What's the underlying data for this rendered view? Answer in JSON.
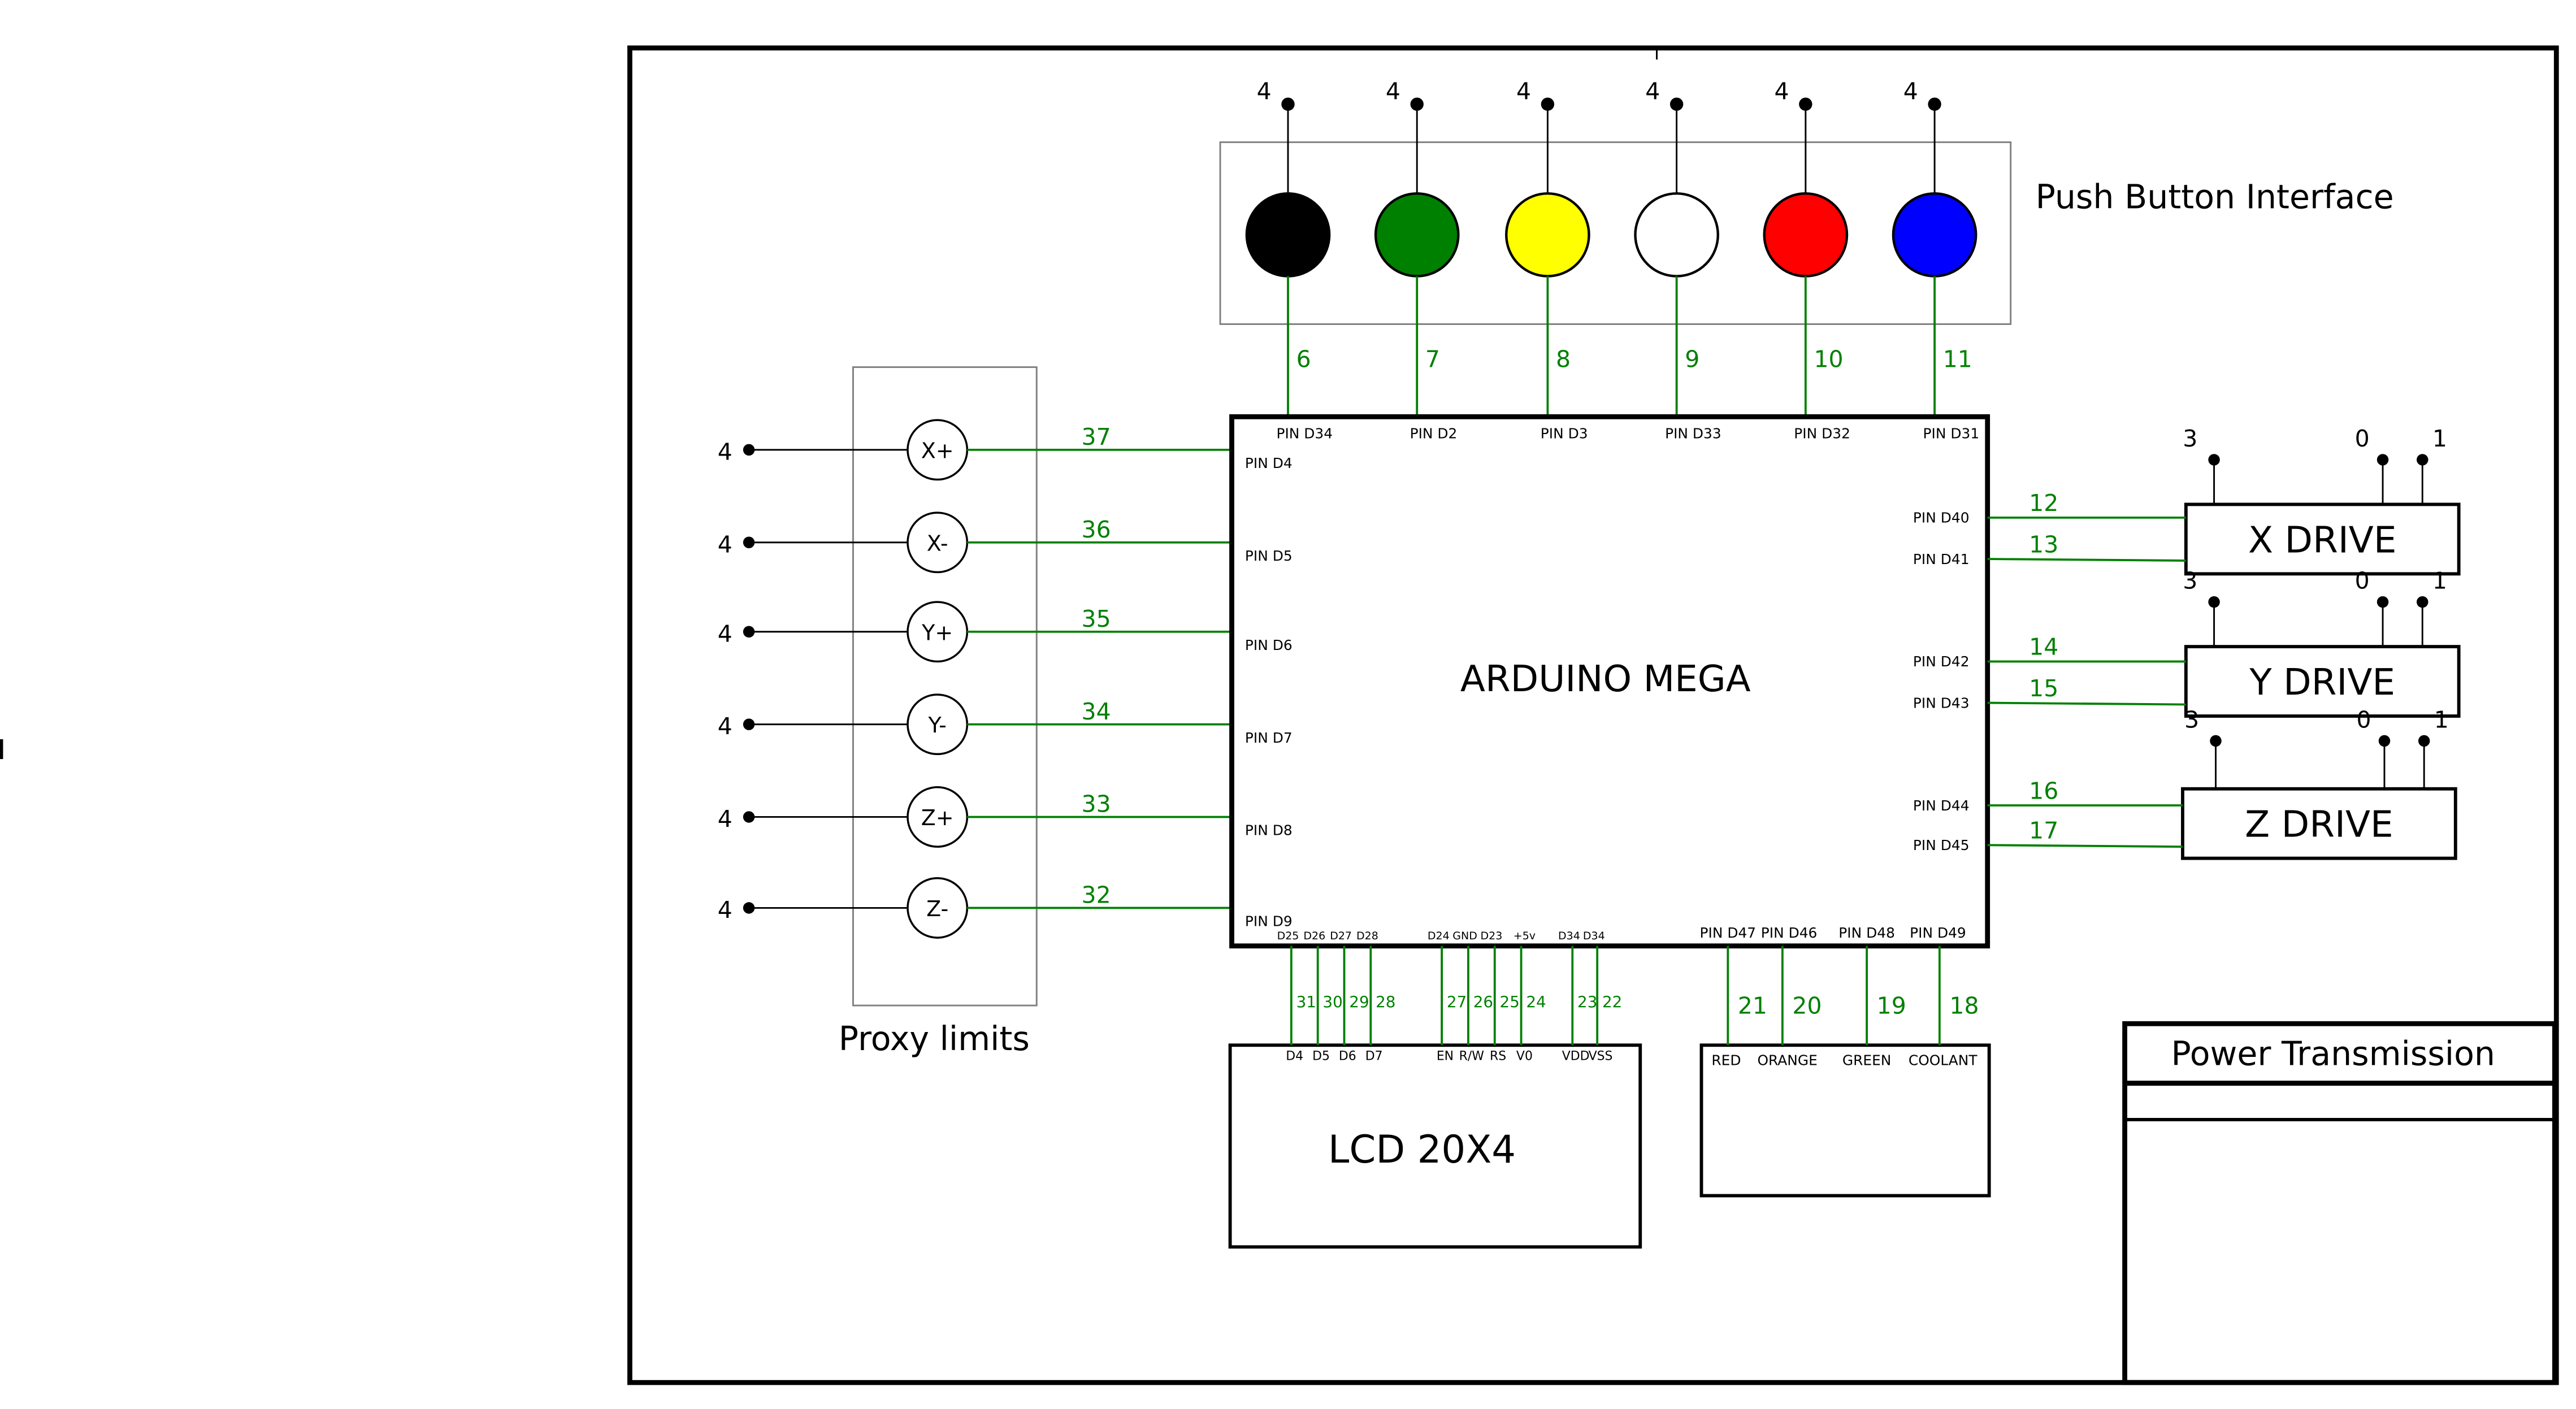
{
  "title_block": {
    "title": "Power Transmission"
  },
  "push_buttons": {
    "label": "Push Button Interface",
    "buttons": [
      {
        "color": "#000000",
        "top_label": "4",
        "wire": "6",
        "pin": "PIN D34"
      },
      {
        "color": "#008000",
        "top_label": "4",
        "wire": "7",
        "pin": "PIN D2"
      },
      {
        "color": "#ffff00",
        "top_label": "4",
        "wire": "8",
        "pin": "PIN D3"
      },
      {
        "color": "#ffffff",
        "top_label": "4",
        "wire": "9",
        "pin": "PIN D33"
      },
      {
        "color": "#ff0000",
        "top_label": "4",
        "wire": "10",
        "pin": "PIN D32"
      },
      {
        "color": "#0000ff",
        "top_label": "4",
        "wire": "11",
        "pin": "PIN D31"
      }
    ]
  },
  "proxy_limits": {
    "label": "Proxy limits",
    "switches": [
      {
        "name": "X+",
        "left_label": "4",
        "wire": "37",
        "pin": "PIN D4"
      },
      {
        "name": "X-",
        "left_label": "4",
        "wire": "36",
        "pin": "PIN D5"
      },
      {
        "name": "Y+",
        "left_label": "4",
        "wire": "35",
        "pin": "PIN D6"
      },
      {
        "name": "Y-",
        "left_label": "4",
        "wire": "34",
        "pin": "PIN D7"
      },
      {
        "name": "Z+",
        "left_label": "4",
        "wire": "33",
        "pin": "PIN D8"
      },
      {
        "name": "Z-",
        "left_label": "4",
        "wire": "32",
        "pin": "PIN D9"
      }
    ]
  },
  "arduino": {
    "label": "ARDUINO MEGA"
  },
  "drives": [
    {
      "label": "X DRIVE",
      "terminals": [
        "3",
        "0",
        "1"
      ],
      "pins": [
        "PIN D40",
        "PIN D41"
      ],
      "wires": [
        "12",
        "13"
      ]
    },
    {
      "label": "Y DRIVE",
      "terminals": [
        "3",
        "0",
        "1"
      ],
      "pins": [
        "PIN D42",
        "PIN D43"
      ],
      "wires": [
        "14",
        "15"
      ]
    },
    {
      "label": "Z DRIVE",
      "terminals": [
        "3",
        "0",
        "1"
      ],
      "pins": [
        "PIN D44",
        "PIN D45"
      ],
      "wires": [
        "16",
        "17"
      ]
    }
  ],
  "lcd": {
    "label": "LCD 20X4",
    "connections": [
      {
        "mega_pin": "D25",
        "wire": "31",
        "lcd_pin": "D4"
      },
      {
        "mega_pin": "D26",
        "wire": "30",
        "lcd_pin": "D5"
      },
      {
        "mega_pin": "D27",
        "wire": "29",
        "lcd_pin": "D6"
      },
      {
        "mega_pin": "D28",
        "wire": "28",
        "lcd_pin": "D7"
      },
      {
        "mega_pin": "D24",
        "wire": "27",
        "lcd_pin": "EN"
      },
      {
        "mega_pin": "GND",
        "wire": "26",
        "lcd_pin": "R/W"
      },
      {
        "mega_pin": "D23",
        "wire": "25",
        "lcd_pin": "RS"
      },
      {
        "mega_pin": "+5v",
        "wire": "24",
        "lcd_pin": "V0"
      },
      {
        "mega_pin": "D34",
        "wire": "23",
        "lcd_pin": "VDD"
      },
      {
        "mega_pin": "D34",
        "wire": "22",
        "lcd_pin": "VSS"
      }
    ]
  },
  "indicators": {
    "connections": [
      {
        "mega_pin": "PIN D47",
        "wire": "21",
        "label": "RED"
      },
      {
        "mega_pin": "PIN D46",
        "wire": "20",
        "label": "ORANGE"
      },
      {
        "mega_pin": "PIN D48",
        "wire": "19",
        "label": "GREEN"
      },
      {
        "mega_pin": "PIN D49",
        "wire": "18",
        "label": "COOLANT"
      }
    ]
  },
  "colors": {
    "wire": "#008000",
    "outline": "#000000",
    "enclosure": "#808080"
  }
}
